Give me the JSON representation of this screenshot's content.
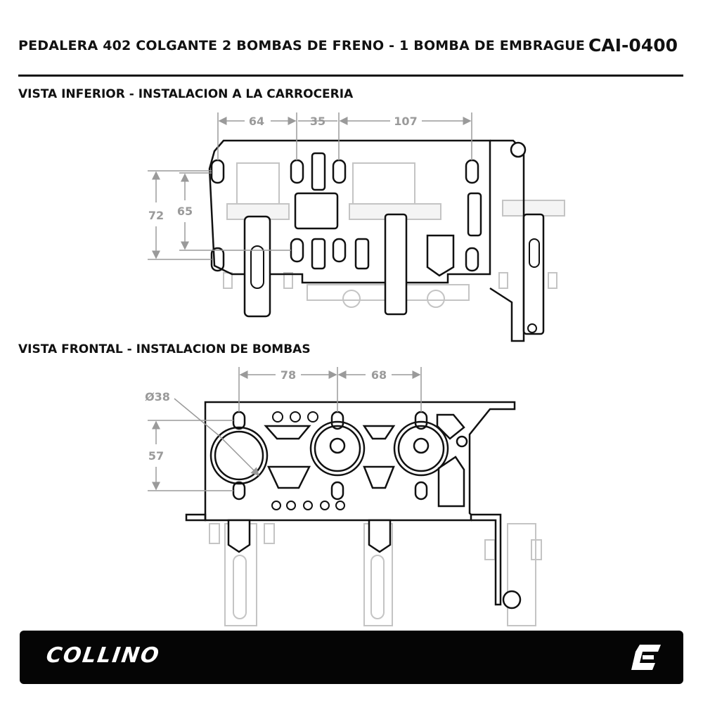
{
  "header": {
    "title": "PEDALERA 402 COLGANTE 2 BOMBAS DE FRENO - 1 BOMBA DE EMBRAGUE",
    "code": "CAI-0400"
  },
  "sections": {
    "bottom_view": "VISTA INFERIOR - INSTALACION A LA CARROCERIA",
    "front_view": "VISTA FRONTAL - INSTALACION DE BOMBAS"
  },
  "bottom_view_dims": {
    "d64": "64",
    "d35": "35",
    "d107": "107",
    "d72": "72",
    "d65": "65"
  },
  "front_view_dims": {
    "d78": "78",
    "d68": "68",
    "dia38": "Ø38",
    "d57": "57"
  },
  "footer": {
    "brand": "COLLINO",
    "logo_icon": "collino-c-logo-icon"
  },
  "colors": {
    "ink": "#111111",
    "dimension": "#9a9a9a",
    "faded": "#c8c8c8",
    "footer_bg": "#050505"
  }
}
